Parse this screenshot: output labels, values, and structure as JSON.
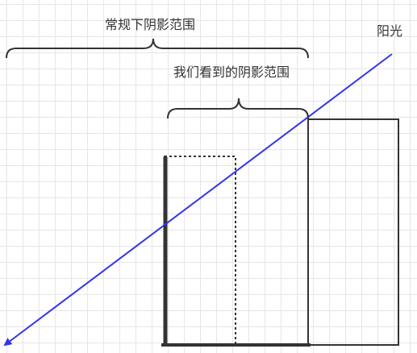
{
  "labels": {
    "normal_shadow": "常规下阴影范围",
    "seen_shadow": "我们看到的阴影范围",
    "sunlight": "阳光"
  },
  "colors": {
    "sun_ray": "#3333ee",
    "stroke": "#333333",
    "grid": "#e6e6e6",
    "background": "#ffffff"
  }
}
